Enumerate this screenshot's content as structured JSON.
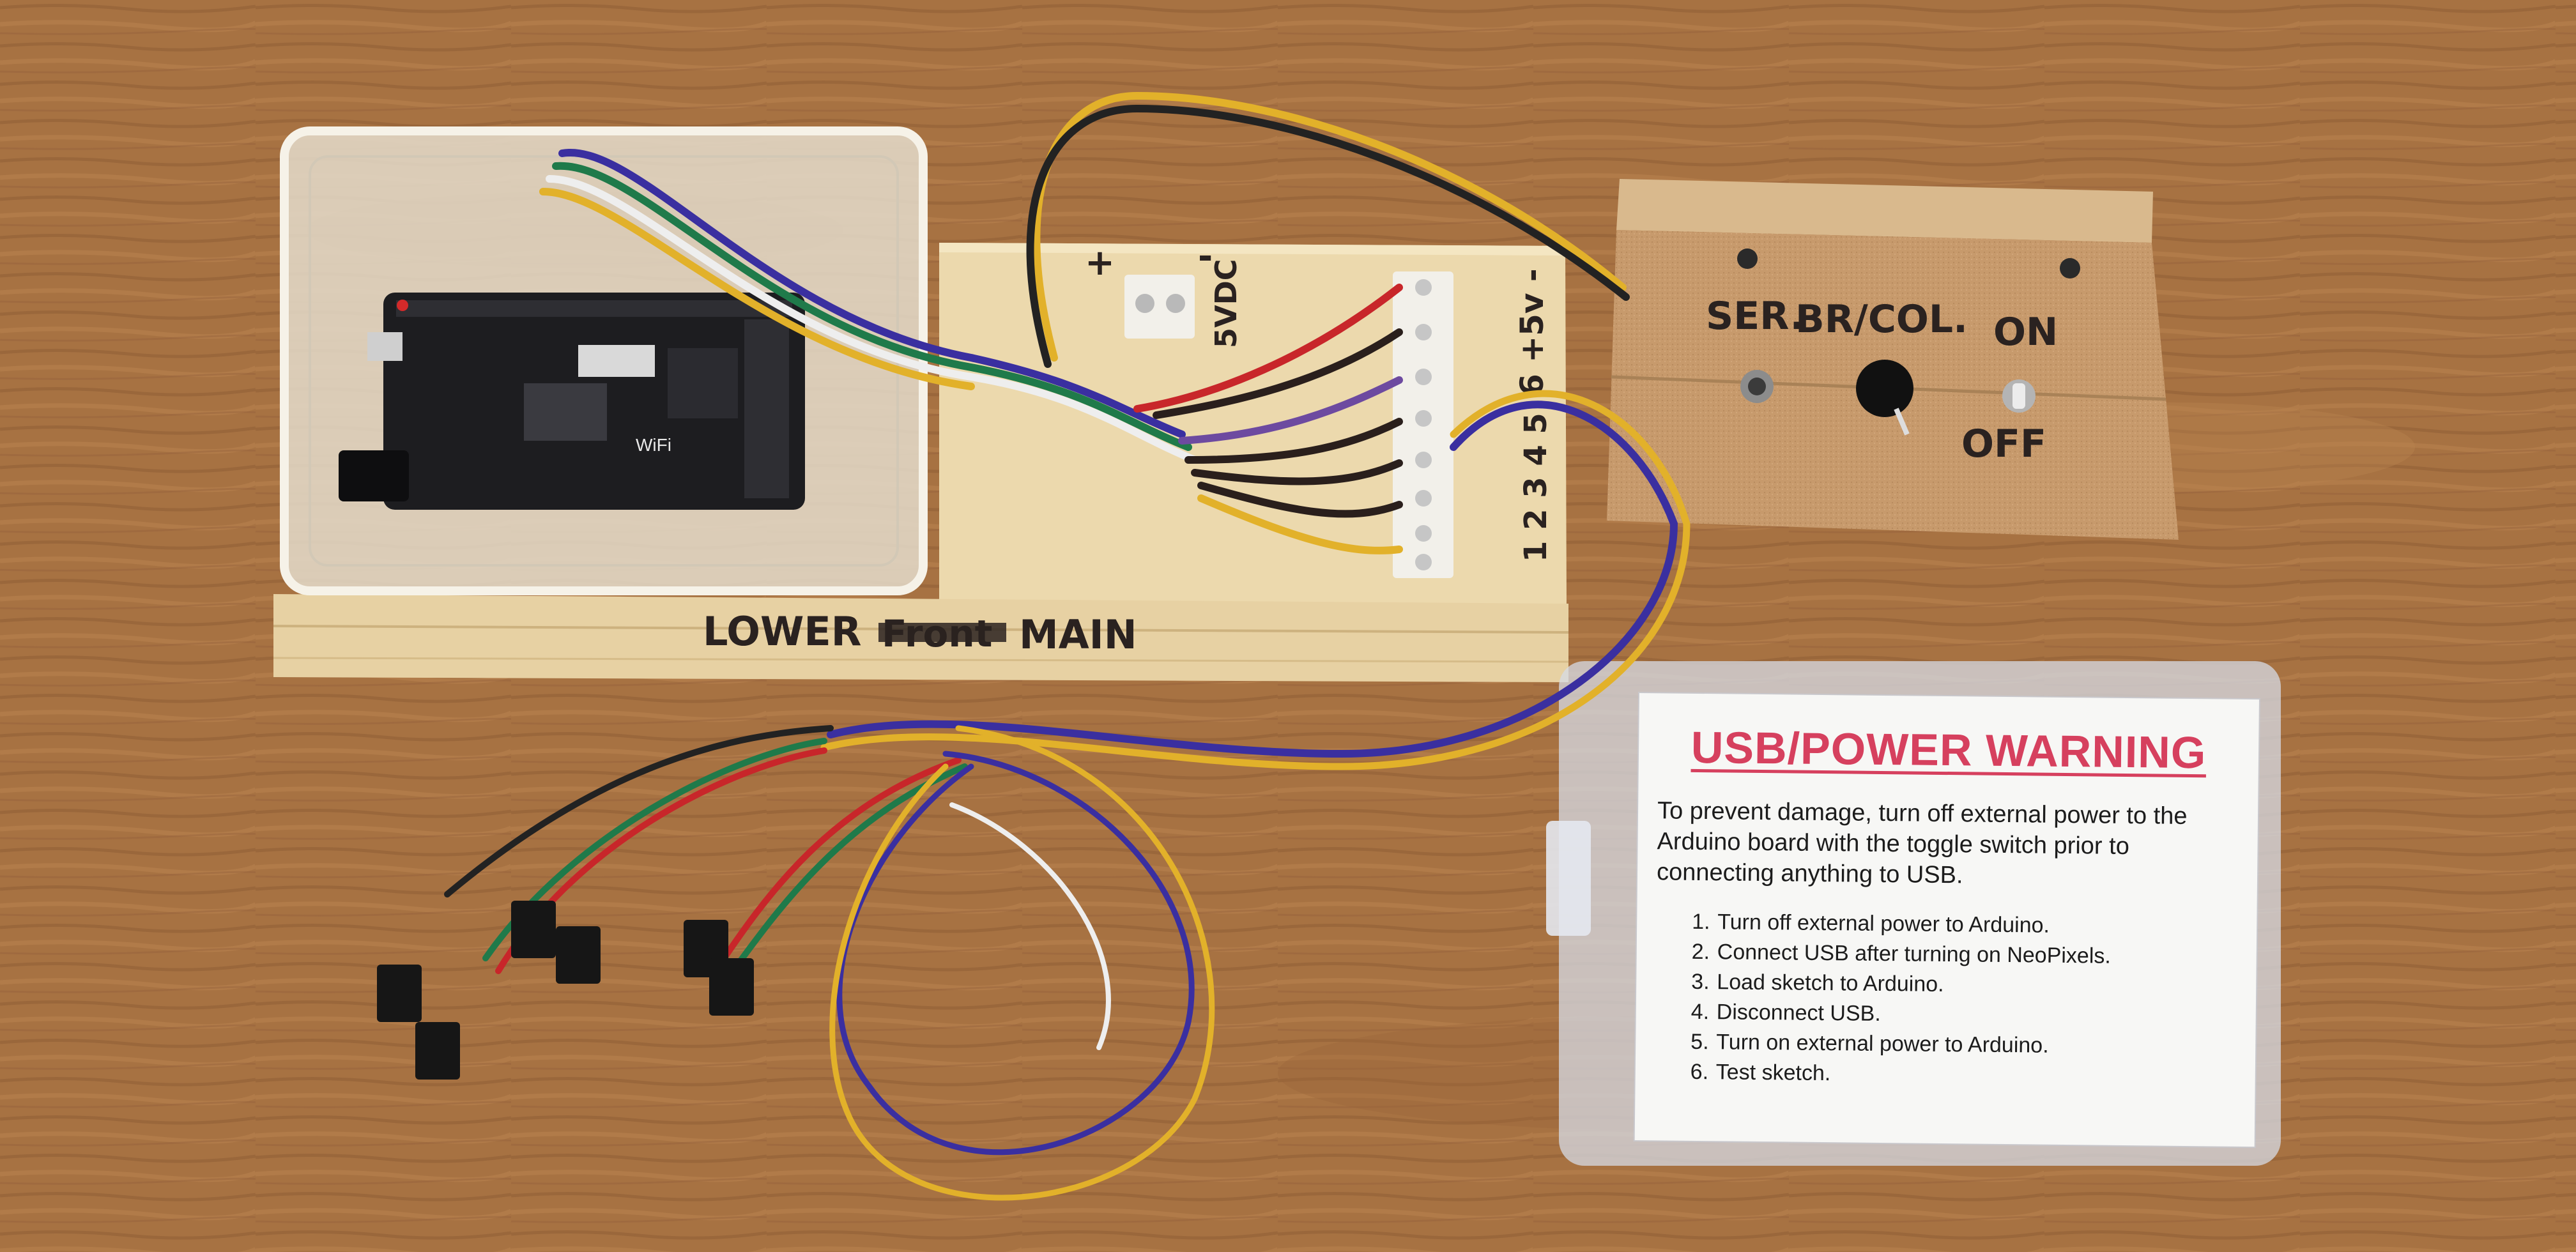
{
  "board_labels": {
    "plus": "+",
    "minus": "-",
    "volts": "5VDC",
    "right_column": "6 +5v -",
    "numbers": "1 2 3 4 5"
  },
  "rail_label": {
    "word1": "LOWER",
    "struck": "Front",
    "word2": "MAIN"
  },
  "control_box": {
    "ser": "SER.",
    "brcol": "BR/COL.",
    "on": "ON",
    "off": "OFF"
  },
  "warning": {
    "title": "USB/POWER WARNING",
    "body": "To prevent damage, turn off external power to the Arduino board with the toggle switch prior to connecting anything to USB.",
    "steps": [
      {
        "num": "1.",
        "text": "Turn off external power to Arduino."
      },
      {
        "num": "2.",
        "text": "Connect USB after turning on NeoPixels."
      },
      {
        "num": "3.",
        "text": "Load sketch to Arduino."
      },
      {
        "num": "4.",
        "text": "Disconnect USB."
      },
      {
        "num": "5.",
        "text": "Turn on external power to Arduino."
      },
      {
        "num": "6.",
        "text": "Test sketch."
      }
    ]
  },
  "board_chip_text": "WiFi",
  "colors": {
    "table": "#a77242",
    "pine": "#e9d6a9",
    "mdf": "#c79a6c",
    "warning_title": "#d6405e",
    "wire_yellow": "#e2b12a",
    "wire_blue": "#3a2fa0",
    "wire_red": "#c8262a",
    "wire_green": "#1f7a4a"
  }
}
